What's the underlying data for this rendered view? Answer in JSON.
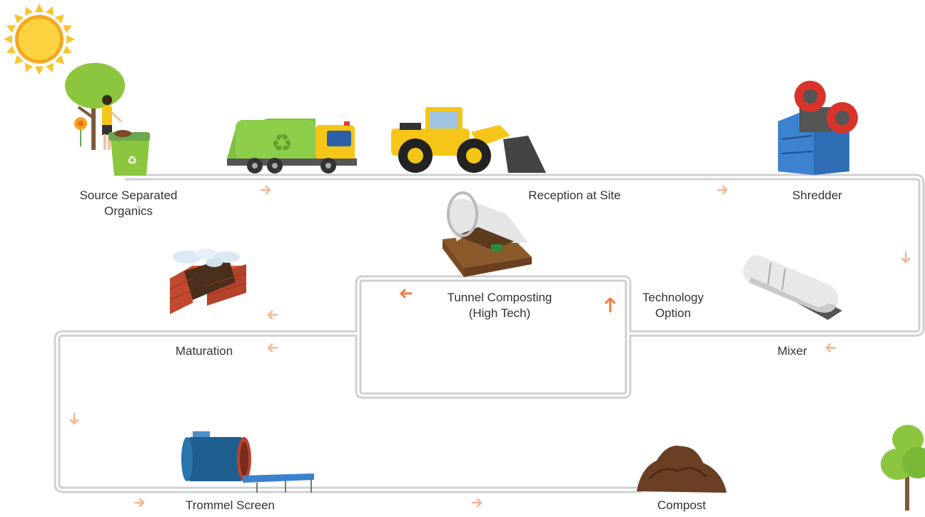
{
  "stages": {
    "source": {
      "line1": "Source Separated",
      "line2": "Organics"
    },
    "reception": "Reception at Site",
    "shredder": "Shredder",
    "mixer": "Mixer",
    "tunnel": {
      "line1": "Tunnel Composting",
      "line2": "(High Tech)"
    },
    "technology": {
      "line1": "Technology",
      "line2": "Option"
    },
    "maturation": "Maturation",
    "trommel": "Trommel Screen",
    "compost": "Compost"
  },
  "colors": {
    "path": "#cfd0d2",
    "arrow": "#f5b48f",
    "arrow_strong": "#f07b3f",
    "truck": "#7dc243",
    "bulldozer": "#f5c518",
    "sun": "#f7c62f",
    "tree": "#8cc63f",
    "soil": "#6b3f24"
  },
  "icons": [
    "sun-icon",
    "person-with-bin-icon",
    "garbage-truck-icon",
    "bulldozer-icon",
    "shredder-machine-icon",
    "tunnel-composter-icon",
    "mixer-tank-icon",
    "maturation-windrow-icon",
    "trommel-screen-icon",
    "compost-pile-icon",
    "tree-icon"
  ]
}
